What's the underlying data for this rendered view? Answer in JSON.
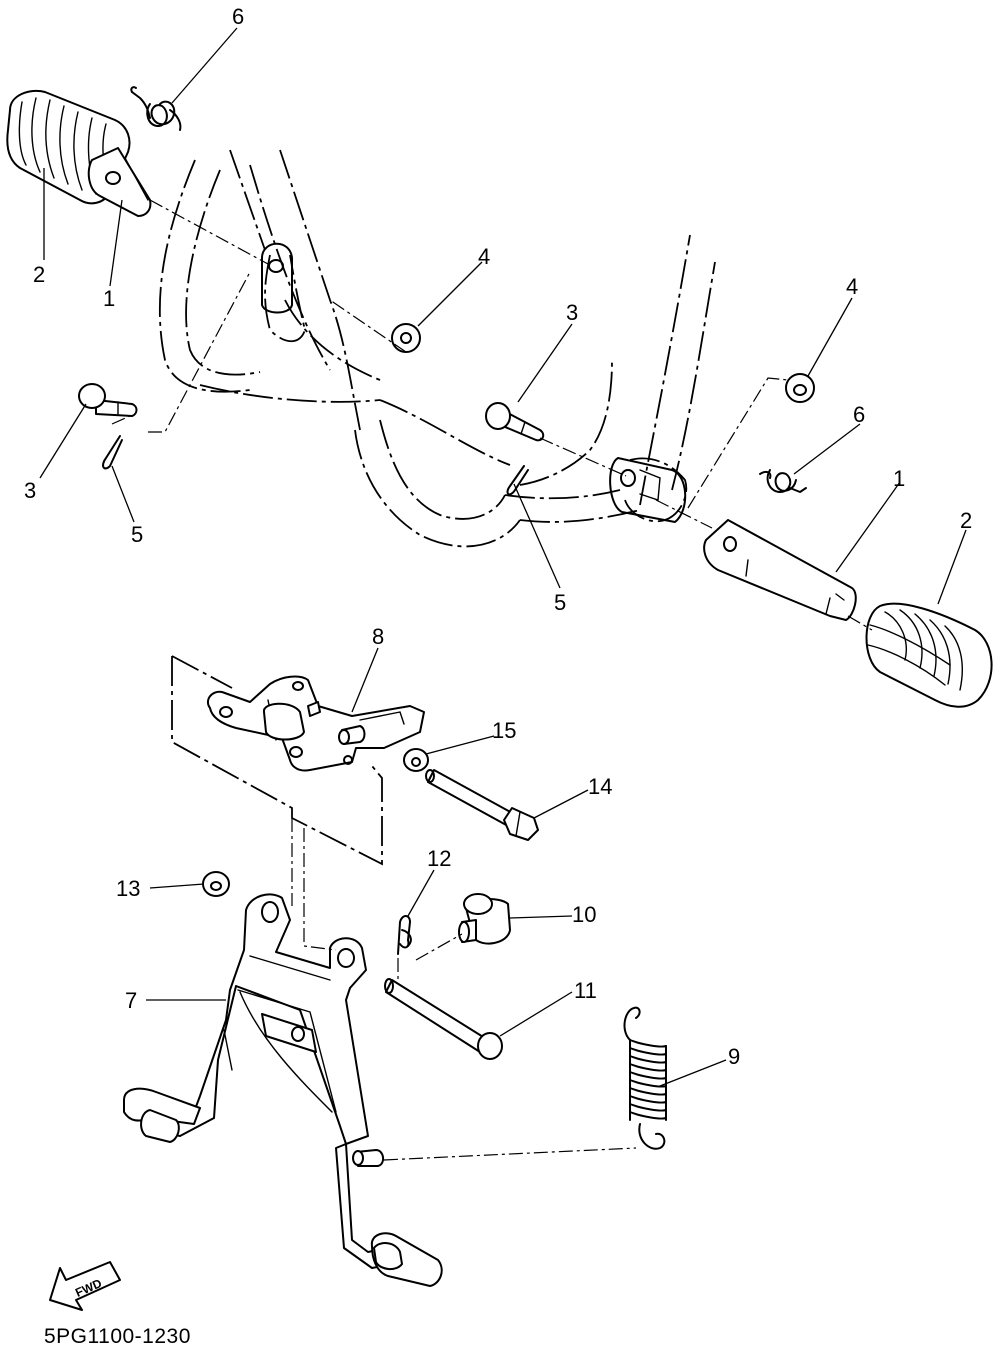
{
  "callouts": {
    "c1a": "1",
    "c1b": "1",
    "c2a": "2",
    "c2b": "2",
    "c3a": "3",
    "c3b": "3",
    "c4a": "4",
    "c4b": "4",
    "c5a": "5",
    "c5b": "5",
    "c6a": "6",
    "c6b": "6",
    "c7": "7",
    "c8": "8",
    "c9": "9",
    "c10": "10",
    "c11": "11",
    "c12": "12",
    "c13": "13",
    "c14": "14",
    "c15": "15"
  },
  "fwd_label": "FWD",
  "document_code": "5PG1100-1230"
}
